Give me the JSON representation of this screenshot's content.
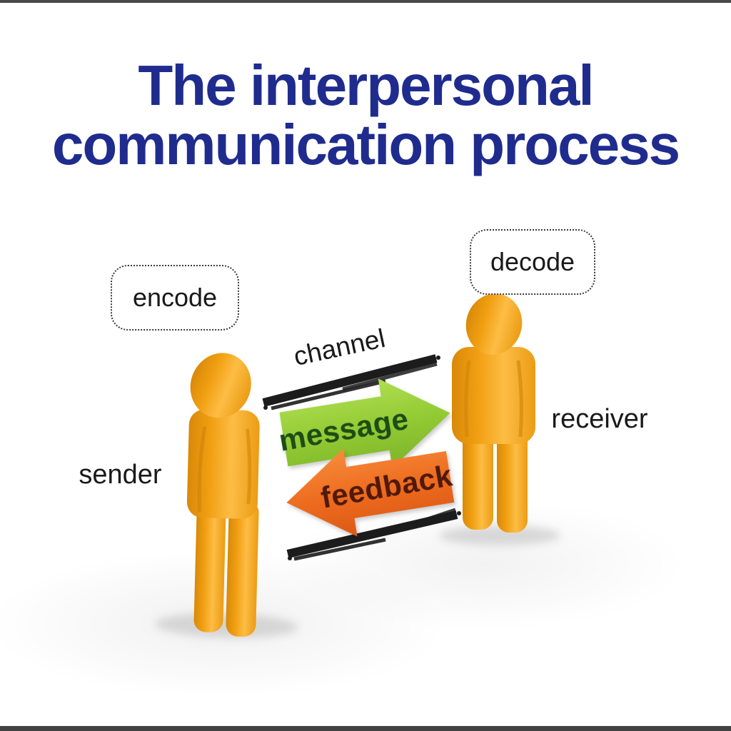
{
  "title": {
    "line1": "The interpersonal",
    "line2": "communication process",
    "color": "#1f2c8e"
  },
  "labels": {
    "encode": "encode",
    "decode": "decode",
    "channel": "channel",
    "sender": "sender",
    "receiver": "receiver"
  },
  "arrows": {
    "message": {
      "label": "message",
      "direction": "right",
      "fill": "#8ec73a",
      "text_color": "#1d4d15"
    },
    "feedback": {
      "label": "feedback",
      "direction": "left",
      "fill": "#ee6c1f",
      "text_color": "#50190a"
    }
  },
  "colors": {
    "figure_orange": "#f2a218",
    "brush_stroke": "#1c1c1c",
    "label_text": "#1a1a1a",
    "background": "#ffffff"
  }
}
